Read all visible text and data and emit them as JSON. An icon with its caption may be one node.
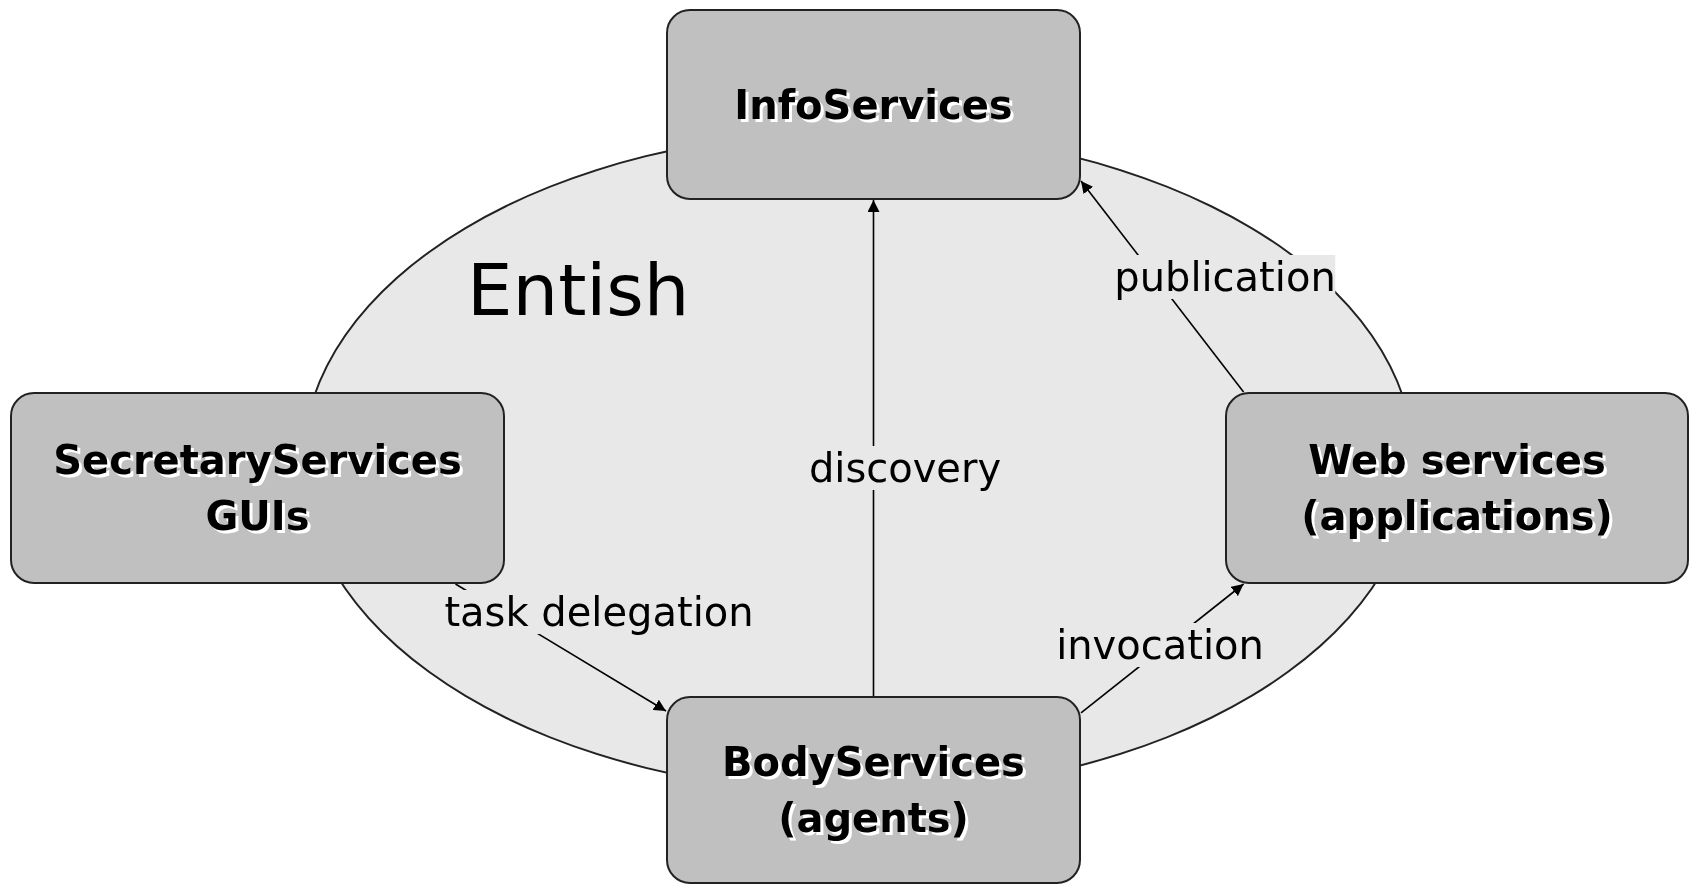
{
  "diagram": {
    "nodes": [
      {
        "text": [
          "InfoServices"
        ]
      },
      {
        "text": [
          "SecretaryServices GUIs"
        ]
      },
      {
        "text": [
          "Web services (applications)"
        ]
      },
      {
        "text": [
          "BodyServices (agents)"
        ]
      }
    ],
    "edges": [
      {
        "from": 1,
        "to": 3,
        "arrow": "to",
        "label": "task delegation"
      },
      {
        "from": 3,
        "to": 0,
        "arrow": "to",
        "label": "discovery"
      },
      {
        "from": 3,
        "to": 2,
        "arrow": "to",
        "label": "invocation"
      },
      {
        "from": 2,
        "to": 0,
        "arrow": "to",
        "label": "publication"
      }
    ],
    "labels": [
      "Entish"
    ]
  }
}
